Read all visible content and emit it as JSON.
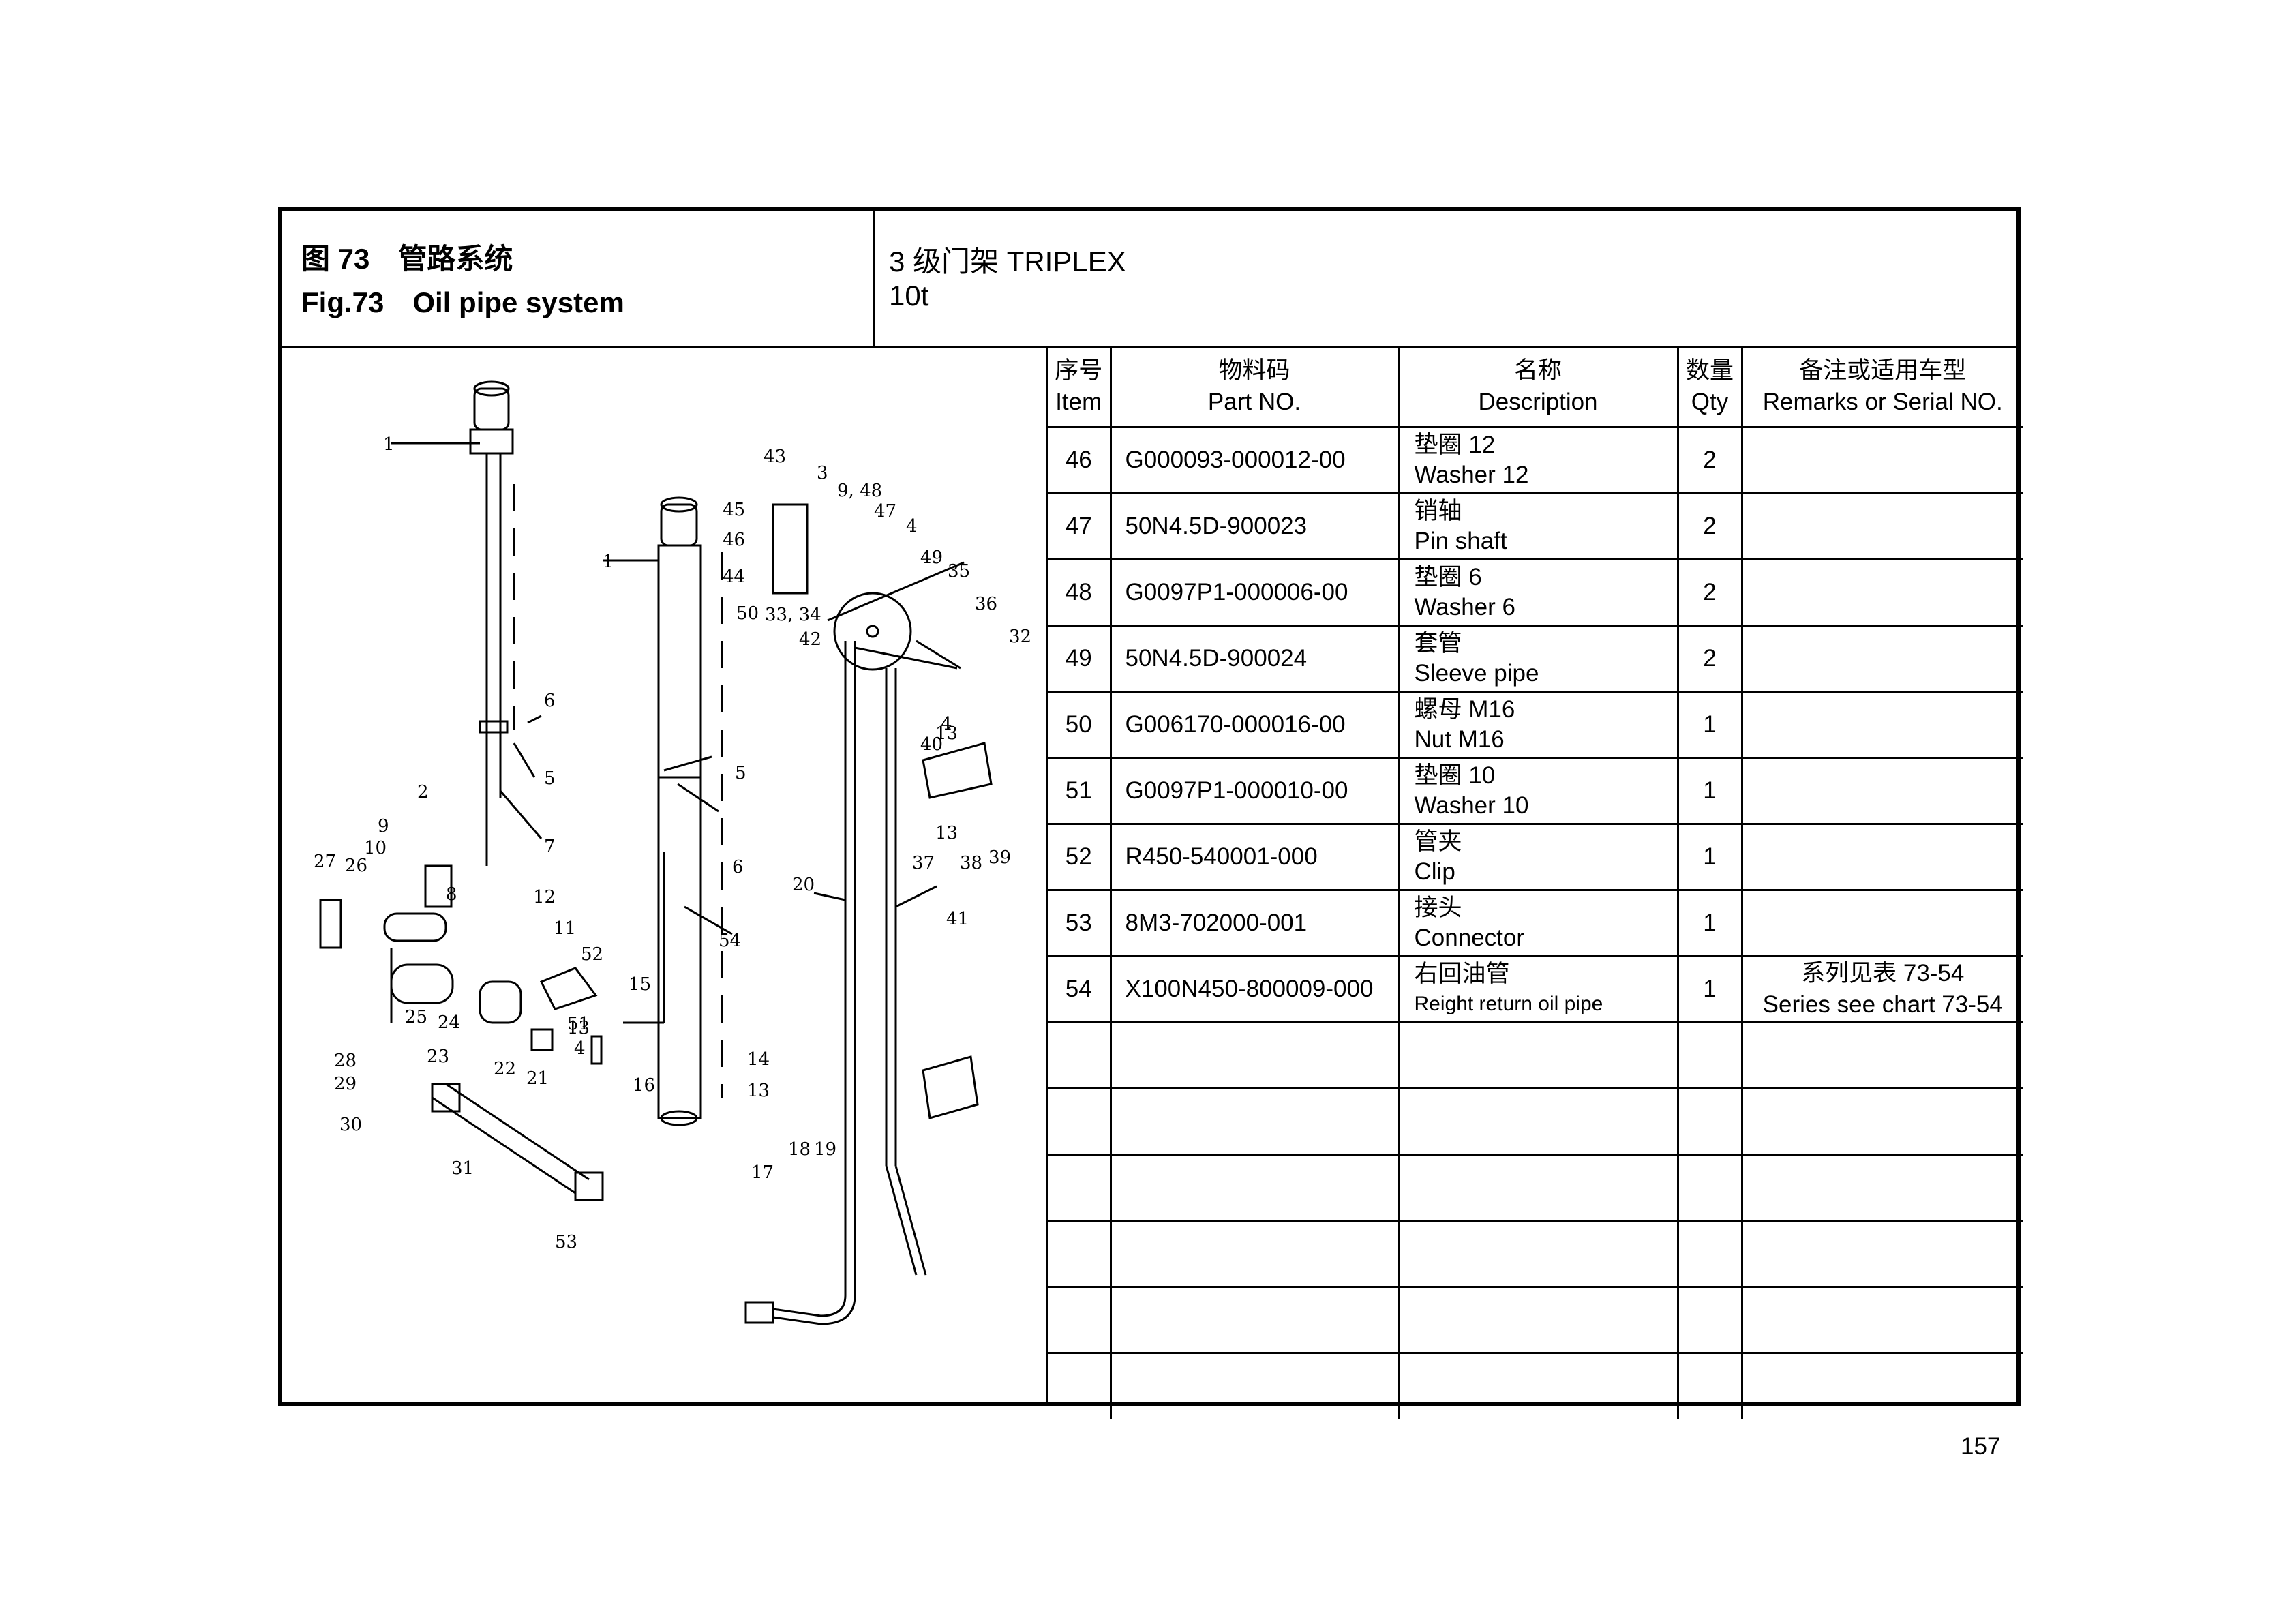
{
  "header": {
    "fig_cn": "图 73　管路系统",
    "fig_en": "Fig.73　Oil pipe system",
    "model_cn": "3 级门架  TRIPLEX",
    "capacity": "10t"
  },
  "table": {
    "headers": [
      {
        "cn": "序号",
        "en": "Item"
      },
      {
        "cn": "物料码",
        "en": "Part NO."
      },
      {
        "cn": "名称",
        "en": "Description"
      },
      {
        "cn": "数量",
        "en": "Qty"
      },
      {
        "cn": "备注或适用车型",
        "en": "Remarks or Serial NO."
      }
    ],
    "rows": [
      {
        "item": "46",
        "part": "G000093-000012-00",
        "desc_cn": "垫圈 12",
        "desc_en": "Washer 12",
        "qty": "2",
        "rem_cn": "",
        "rem_en": ""
      },
      {
        "item": "47",
        "part": "50N4.5D-900023",
        "desc_cn": "销轴",
        "desc_en": "Pin shaft",
        "qty": "2",
        "rem_cn": "",
        "rem_en": ""
      },
      {
        "item": "48",
        "part": "G0097P1-000006-00",
        "desc_cn": "垫圈 6",
        "desc_en": "Washer 6",
        "qty": "2",
        "rem_cn": "",
        "rem_en": ""
      },
      {
        "item": "49",
        "part": "50N4.5D-900024",
        "desc_cn": "套管",
        "desc_en": "Sleeve pipe",
        "qty": "2",
        "rem_cn": "",
        "rem_en": ""
      },
      {
        "item": "50",
        "part": "G006170-000016-00",
        "desc_cn": "螺母 M16",
        "desc_en": "Nut M16",
        "qty": "1",
        "rem_cn": "",
        "rem_en": ""
      },
      {
        "item": "51",
        "part": "G0097P1-000010-00",
        "desc_cn": "垫圈 10",
        "desc_en": "Washer 10",
        "qty": "1",
        "rem_cn": "",
        "rem_en": ""
      },
      {
        "item": "52",
        "part": "R450-540001-000",
        "desc_cn": "管夹",
        "desc_en": "Clip",
        "qty": "1",
        "rem_cn": "",
        "rem_en": ""
      },
      {
        "item": "53",
        "part": "8M3-702000-001",
        "desc_cn": "接头",
        "desc_en": "Connector",
        "qty": "1",
        "rem_cn": "",
        "rem_en": ""
      },
      {
        "item": "54",
        "part": "X100N450-800009-000",
        "desc_cn": "右回油管",
        "desc_en": "Reight return oil pipe",
        "qty": "1",
        "rem_cn": "系列见表 73-54",
        "rem_en": "Series see chart 73-54"
      }
    ],
    "empty_rows": 6
  },
  "figure": {
    "labels": [
      "1",
      "1",
      "2",
      "3",
      "4",
      "4",
      "4",
      "5",
      "5",
      "6",
      "6",
      "7",
      "8",
      "9",
      "10",
      "11",
      "12",
      "13",
      "13",
      "13",
      "13",
      "14",
      "15",
      "16",
      "17",
      "18",
      "19",
      "20",
      "21",
      "22",
      "23",
      "24",
      "25",
      "26",
      "27",
      "28",
      "29",
      "30",
      "31",
      "32",
      "33, 34",
      "35",
      "36",
      "37",
      "38",
      "39",
      "40",
      "41",
      "42",
      "43",
      "44",
      "45",
      "46",
      "47",
      "9, 48",
      "49",
      "50",
      "51",
      "52",
      "53",
      "54"
    ]
  },
  "page_number": "157"
}
